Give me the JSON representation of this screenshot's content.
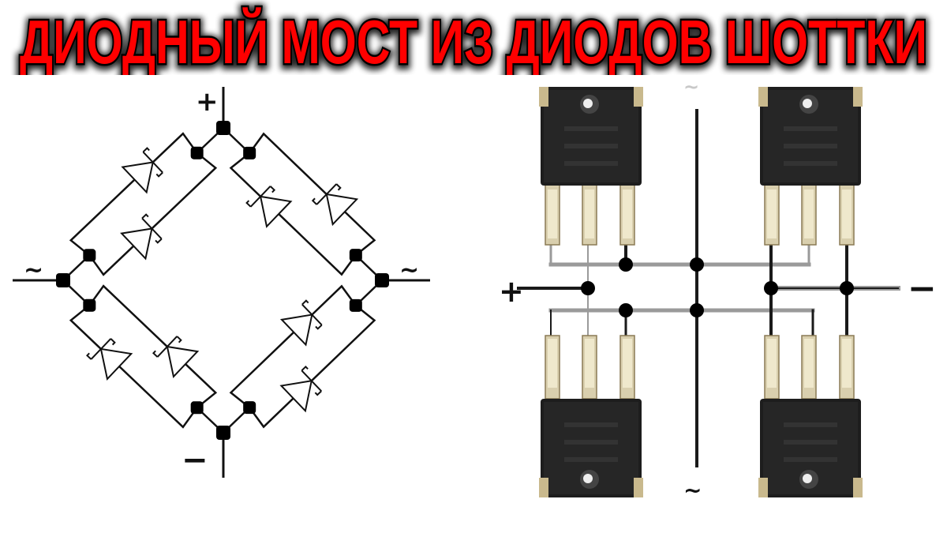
{
  "title": {
    "text": "ДИОДНЫЙ МОСТ ИЗ ДИОДОВ ШОТТКИ",
    "fill_color": "#ff0000",
    "outline_color": "#000000"
  },
  "schematic": {
    "name": "Diode bridge schematic (Schottky diodes, 2 in parallel per arm)",
    "terminals": {
      "positive": "+",
      "negative": "−",
      "ac_left": "~",
      "ac_right": "~"
    },
    "arms": [
      {
        "id": "upper-left",
        "diodes": 2
      },
      {
        "id": "upper-right",
        "diodes": 2
      },
      {
        "id": "lower-left",
        "diodes": 2
      },
      {
        "id": "lower-right",
        "diodes": 2
      }
    ]
  },
  "wiring": {
    "name": "Bridge assembled from four TO-3P dual Schottky diode packages",
    "terminals": {
      "positive": "+",
      "negative": "−",
      "ac_top": "~",
      "ac_bottom": "~"
    },
    "packages": [
      {
        "id": "top-left",
        "pins": 3
      },
      {
        "id": "top-right",
        "pins": 3
      },
      {
        "id": "bottom-left",
        "pins": 3
      },
      {
        "id": "bottom-right",
        "pins": 3
      }
    ]
  }
}
